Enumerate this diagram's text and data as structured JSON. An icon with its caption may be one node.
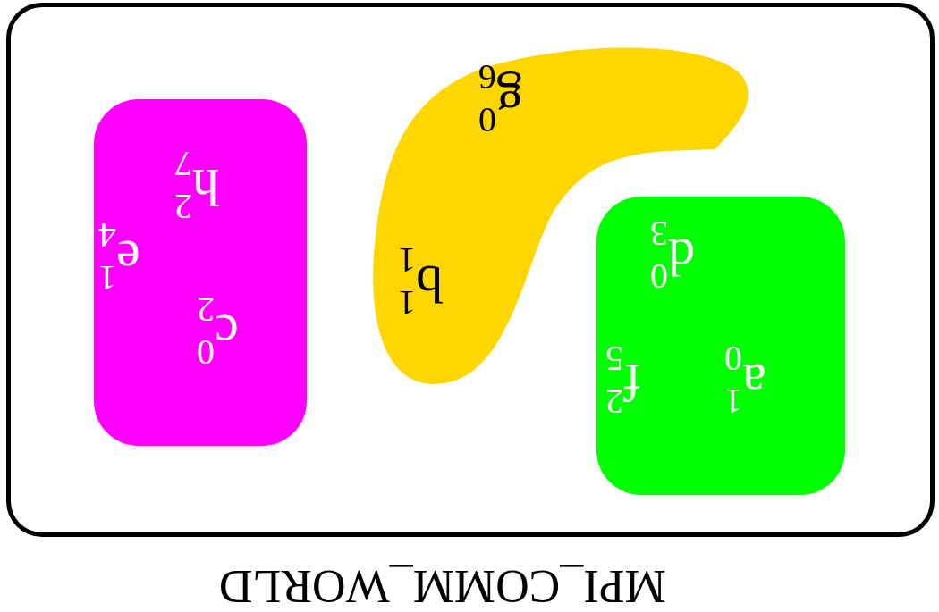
{
  "diagram": {
    "nodes": [
      {
        "text": [
          "MPI_COMM_WORLD"
        ]
      },
      {
        "text": [
          "h$^{2}$$_{7}$",
          "e$^{1}$$_{4}$",
          "c$^{0}$$_{2}$"
        ],
        "in": 0
      },
      {
        "text": [
          "g$^{0}$$_{6}$",
          "b$^{1}$$_{1}$"
        ],
        "in": 0
      },
      {
        "text": [
          "d$^{0}$$_{3}$",
          "f$^{2}$$_{5}$",
          "a$^{1}$$_{0}$"
        ],
        "in": 0
      }
    ]
  }
}
